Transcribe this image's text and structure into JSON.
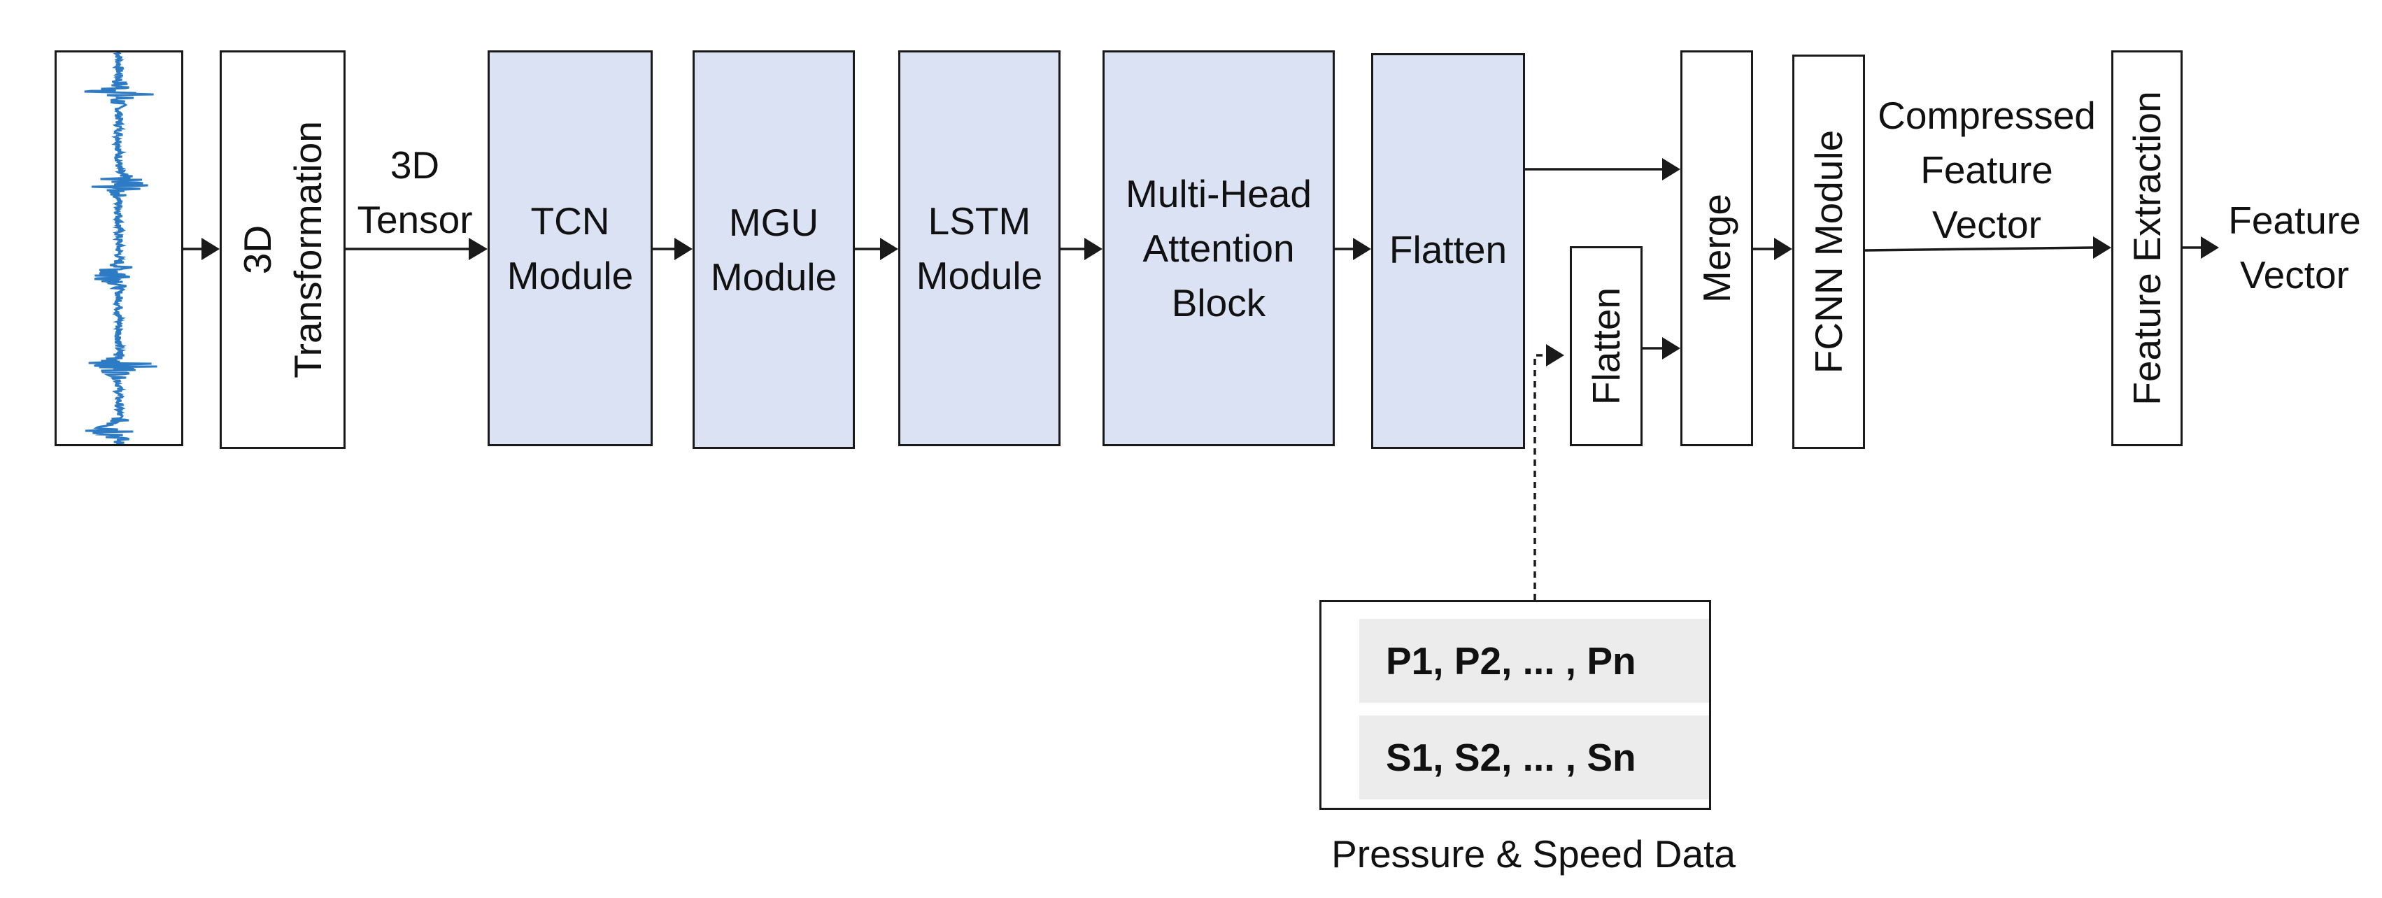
{
  "boxes": {
    "transform": "3D\nTransformation",
    "tcn": "TCN\nModule",
    "mgu": "MGU\nModule",
    "lstm": "LSTM\nModule",
    "attention": "Multi-Head\nAttention\nBlock",
    "flatten_main": "Flatten",
    "flatten_aux": "Flatten",
    "merge": "Merge",
    "fcnn": "FCNN Module",
    "feature_extraction": "Feature Extraction"
  },
  "labels": {
    "tensor": "3D\nTensor",
    "compressed": "Compressed\nFeature\nVector",
    "output": "Feature\nVector",
    "data_caption": "Pressure & Speed Data"
  },
  "inputs": {
    "pressure": "P1, P2, ... , Pn",
    "speed": "S1, S2, ... , Sn"
  },
  "colors": {
    "module_fill": "#dbe2f3",
    "signal": "#2c7bc4",
    "data_row_fill": "#ececec"
  }
}
